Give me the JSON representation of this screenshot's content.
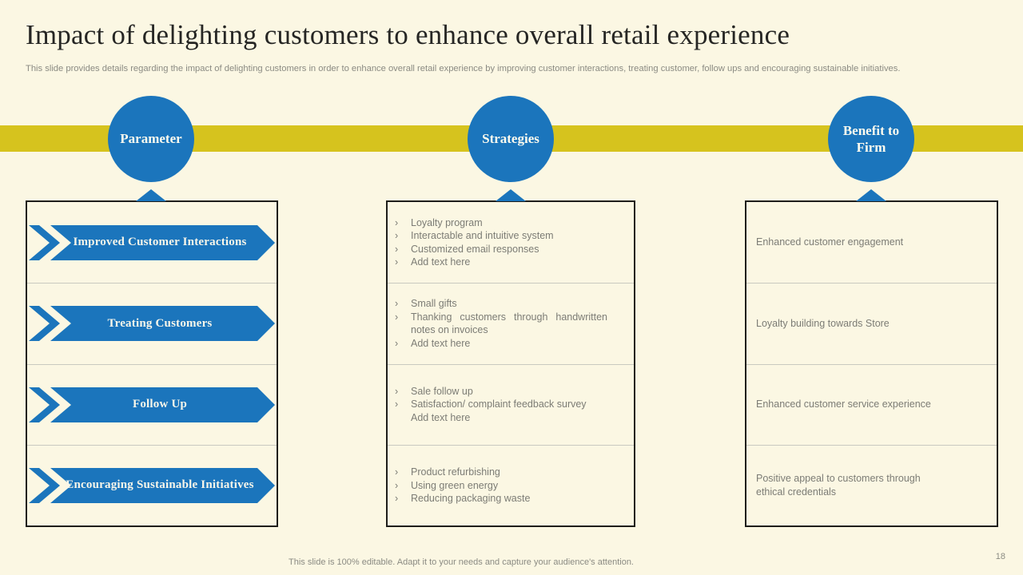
{
  "page": {
    "title": "Impact of delighting customers to enhance overall retail experience",
    "subtitle": "This slide provides details regarding the impact of delighting customers in order to enhance overall retail experience by improving customer interactions, treating customer, follow ups and encouraging sustainable initiatives.",
    "footer": "This slide is 100% editable. Adapt it to your needs and capture your audience's attention.",
    "page_number": "18"
  },
  "colors": {
    "background": "#FBF7E3",
    "accent_blue": "#1B75BC",
    "band_yellow": "#D6C31E",
    "border_dark": "#1E1E1B",
    "divider_gray": "#C9C9C0",
    "body_text_gray": "#7C7C75"
  },
  "icons": {
    "bullet": "›"
  },
  "columns": [
    {
      "header": "Parameter",
      "type": "arrows",
      "rows": [
        "Improved Customer Interactions",
        "Treating Customers",
        "Follow Up",
        "Encouraging Sustainable Initiatives"
      ]
    },
    {
      "header": "Strategies",
      "type": "bullets",
      "rows": [
        {
          "items": [
            [
              "Loyalty program"
            ],
            [
              "Interactable and intuitive system"
            ],
            [
              "Customized email responses"
            ],
            [
              "Add text here"
            ]
          ]
        },
        {
          "items": [
            [
              "Small gifts"
            ],
            [
              "Thanking customers through handwritten notes on invoices"
            ],
            [
              "Add text here"
            ]
          ]
        },
        {
          "items": [
            [
              "Sale follow up"
            ],
            [
              "Satisfaction/ complaint feedback survey",
              "Add text here"
            ]
          ]
        },
        {
          "items": [
            [
              "Product refurbishing"
            ],
            [
              "Using green energy"
            ],
            [
              "Reducing packaging waste"
            ]
          ]
        }
      ]
    },
    {
      "header": "Benefit to Firm",
      "type": "plain",
      "rows": [
        "Enhanced customer engagement",
        "Loyalty building towards Store",
        "Enhanced customer service experience",
        "Positive appeal to customers through ethical credentials"
      ]
    }
  ]
}
